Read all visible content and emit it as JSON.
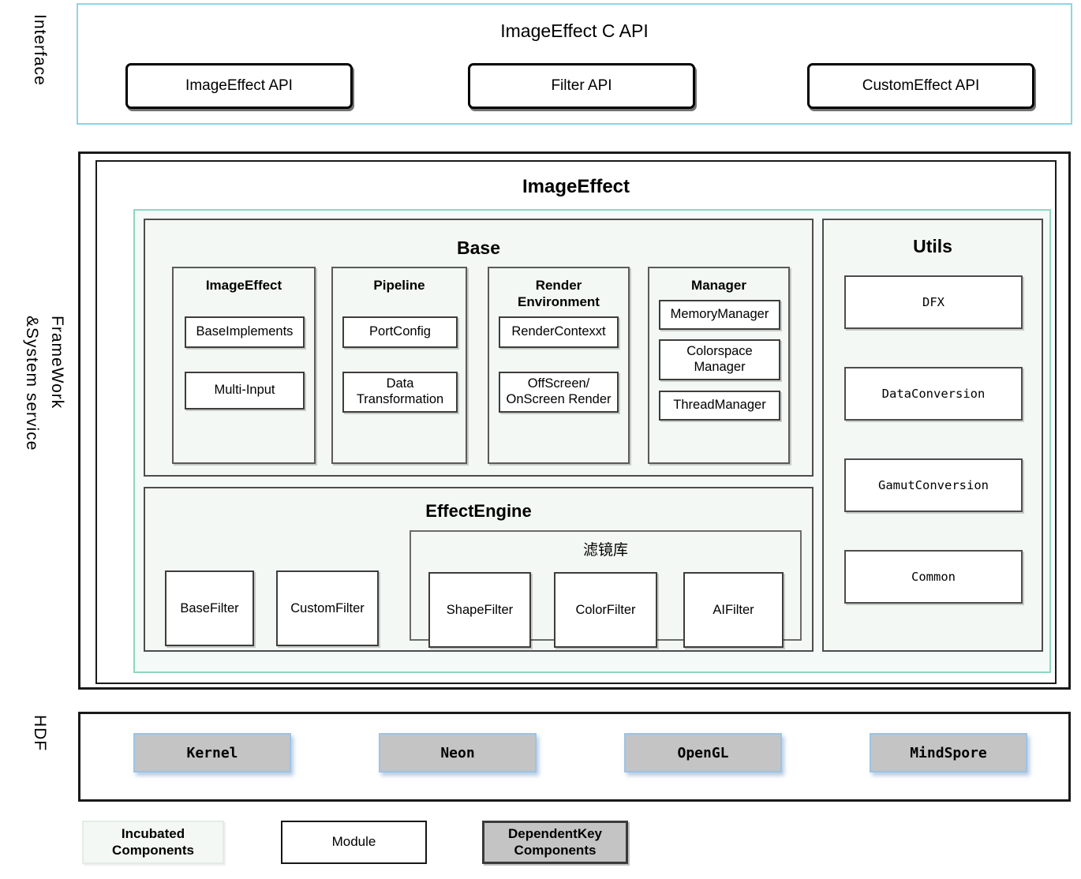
{
  "side_labels": {
    "interface": "Interface",
    "framework_line1": "FrameWork",
    "framework_line2": "&System service",
    "hdf": "HDF"
  },
  "interface": {
    "title": "ImageEffect C API",
    "apis": [
      {
        "label": "ImageEffect API"
      },
      {
        "label": "Filter API"
      },
      {
        "label": "CustomEffect API"
      }
    ]
  },
  "framework": {
    "title": "ImageEffect",
    "base": {
      "title": "Base",
      "columns": [
        {
          "title": "ImageEffect",
          "items": [
            "BaseImplements",
            "Multi-Input"
          ]
        },
        {
          "title": "Pipeline",
          "items": [
            "PortConfig",
            "Data Transformation"
          ]
        },
        {
          "title": "Render Environment",
          "title_line1": "Render",
          "title_line2": "Environment",
          "items": [
            "RenderContexxt",
            "OffScreen/ OnScreen Render"
          ]
        },
        {
          "title": "Manager",
          "items": [
            "MemoryManager",
            "Colorspace Manager",
            "ThreadManager"
          ]
        }
      ]
    },
    "utils": {
      "title": "Utils",
      "items": [
        "DFX",
        "DataConversion",
        "GamutConversion",
        "Common"
      ]
    },
    "effect_engine": {
      "title": "EffectEngine",
      "filters": [
        "BaseFilter",
        "CustomFilter"
      ],
      "filter_library": {
        "title": "滤镜库",
        "items": [
          "ShapeFilter",
          "ColorFilter",
          "AIFilter"
        ]
      }
    }
  },
  "hdf": {
    "items": [
      "Kernel",
      "Neon",
      "OpenGL",
      "MindSpore"
    ]
  },
  "legend": [
    {
      "label": "Incubated Components",
      "line1": "Incubated",
      "line2": "Components"
    },
    {
      "label": "Module",
      "line1": "Module",
      "line2": ""
    },
    {
      "label": "DependentKey Components",
      "line1": "DependentKey",
      "line2": "Components"
    }
  ],
  "colors": {
    "interface_border": "#8fd4e8",
    "incubated_border": "#8fd6c1",
    "incubated_fill": "#f4faf7",
    "module_fill": "#ffffff",
    "dependent_fill": "#c4c4c4",
    "hdf_item_border": "#9dc3e6",
    "frame_border": "#1a1a1a"
  }
}
